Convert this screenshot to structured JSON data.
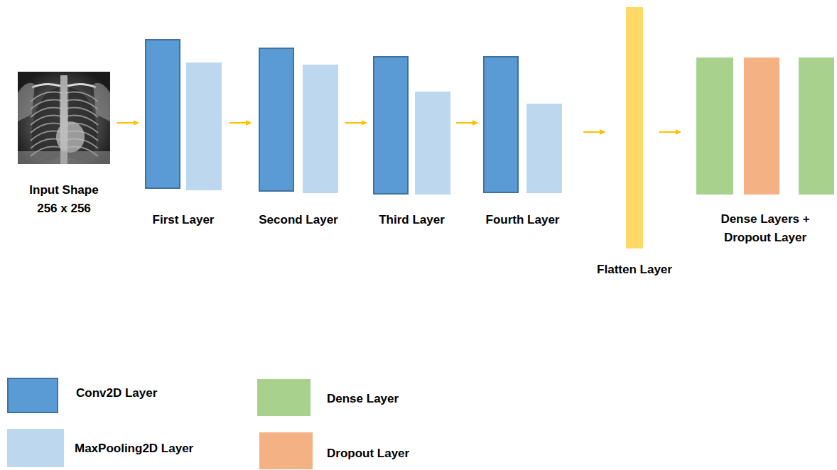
{
  "diagram": {
    "nodes": [
      {
        "text": [
          "Input Shape 256 x 256"
        ]
      },
      {
        "text": [
          "First Layer"
        ]
      },
      {
        "text": [
          "Second Layer"
        ]
      },
      {
        "text": [
          "Third Layer"
        ]
      },
      {
        "text": [
          "Fourth Layer"
        ]
      },
      {
        "text": [
          "Flatten Layer"
        ]
      },
      {
        "text": [
          "Dense Layers + Dropout Layer"
        ]
      }
    ],
    "edges": [
      {
        "from": 0,
        "to": 1,
        "arrow": "to"
      },
      {
        "from": 1,
        "to": 2,
        "arrow": "to"
      },
      {
        "from": 2,
        "to": 3,
        "arrow": "to"
      },
      {
        "from": 3,
        "to": 4,
        "arrow": "to"
      },
      {
        "from": 4,
        "to": 5,
        "arrow": "to"
      },
      {
        "from": 5,
        "to": 6,
        "arrow": "to"
      }
    ],
    "legend": [
      {
        "text": "Conv2D Layer",
        "color": "#5b9bd5"
      },
      {
        "text": "MaxPooling2D Layer",
        "color": "#bdd7ee"
      },
      {
        "text": "Dense Layer",
        "color": "#a9d18e"
      },
      {
        "text": "Dropout Layer",
        "color": "#f4b183"
      }
    ]
  }
}
